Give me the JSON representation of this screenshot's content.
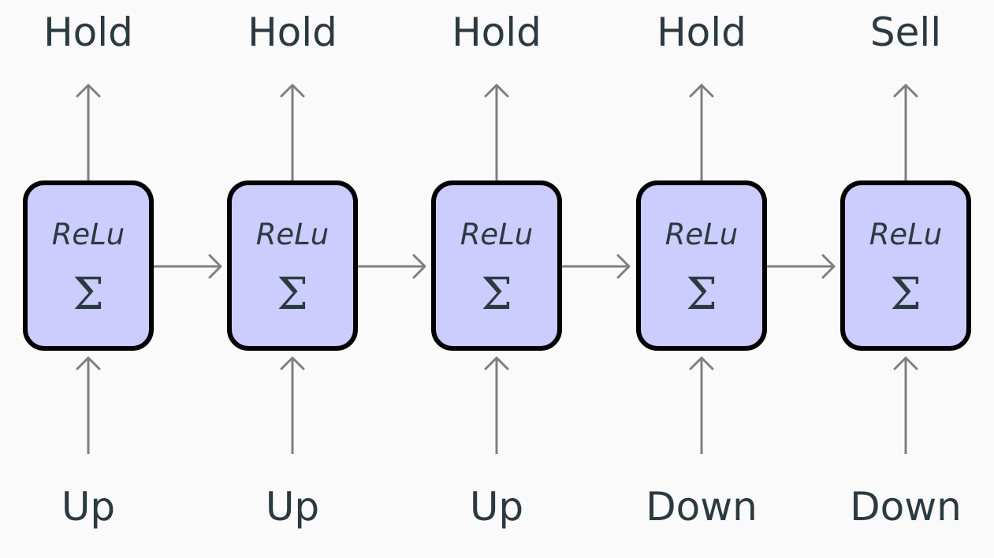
{
  "cells": [
    {
      "output": "Hold",
      "input": "Up",
      "activation": "ReLu",
      "symbol": "Σ"
    },
    {
      "output": "Hold",
      "input": "Up",
      "activation": "ReLu",
      "symbol": "Σ"
    },
    {
      "output": "Hold",
      "input": "Up",
      "activation": "ReLu",
      "symbol": "Σ"
    },
    {
      "output": "Hold",
      "input": "Down",
      "activation": "ReLu",
      "symbol": "Σ"
    },
    {
      "output": "Sell",
      "input": "Down",
      "activation": "ReLu",
      "symbol": "Σ"
    }
  ],
  "colors": {
    "cell_fill": "#ccccff",
    "cell_border": "#000000",
    "arrow": "#7f7f7f",
    "text": "#2b3a40",
    "background": "#fafafa"
  }
}
